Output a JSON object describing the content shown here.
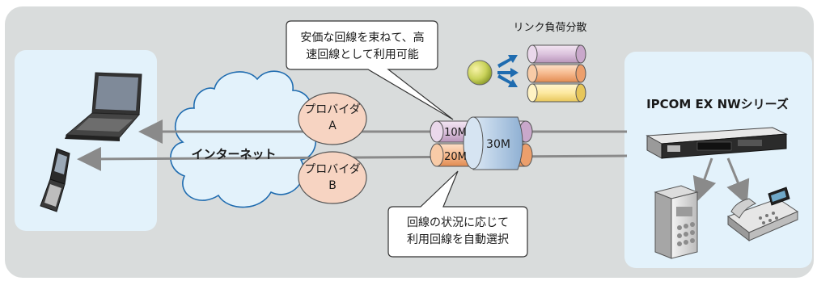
{
  "callout_top": {
    "line1": "安価な回線を束ねて、高",
    "line2": "速回線として利用可能"
  },
  "callout_bottom": {
    "line1": "回線の状況に応じて",
    "line2": "利用回線を自動選択"
  },
  "load_balance_label": "リンク負荷分散",
  "product_label": "IPCOM EX NWシリーズ",
  "internet_label": "インターネット",
  "provider_a": {
    "line1": "プロバイダ",
    "line2": "A"
  },
  "provider_b": {
    "line1": "プロバイダ",
    "line2": "B"
  },
  "bandwidth": {
    "line_a": "10M",
    "line_b": "20M",
    "combined": "30M"
  },
  "colors": {
    "background": "#d9dcdc",
    "panel": "#e3f2fb",
    "provider_fill": "#f7d4c2",
    "pipe_purple": "#dcc3dd",
    "pipe_orange": "#f6b98d",
    "pipe_yellow": "#fde9a0",
    "bundle_blue": "#b9cfe6",
    "arrow_gray": "#8a8a8a",
    "arrow_blue": "#1f6cb0"
  },
  "icons": [
    "laptop-icon",
    "mobile-phone-icon",
    "cloud-icon",
    "router-icon",
    "server-icon",
    "ip-phone-icon",
    "circle-icon",
    "arrow-icon"
  ]
}
